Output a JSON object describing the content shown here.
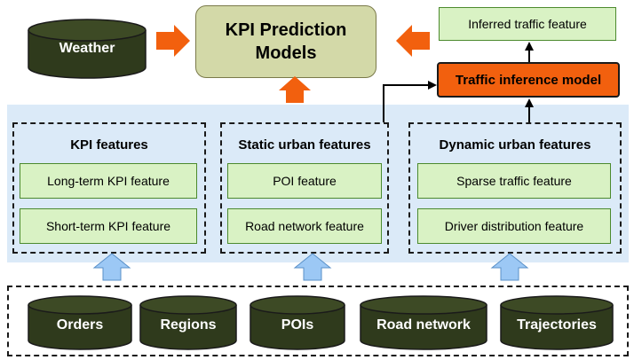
{
  "top": {
    "weather": "Weather",
    "kpi_models_line1": "KPI Prediction",
    "kpi_models_line2": "Models",
    "inferred_feature": "Inferred traffic feature",
    "traffic_model": "Traffic inference model"
  },
  "groups": {
    "kpi": {
      "title": "KPI features",
      "items": [
        "Long-term KPI feature",
        "Short-term KPI feature"
      ]
    },
    "static": {
      "title": "Static urban features",
      "items": [
        "POI feature",
        "Road network feature"
      ]
    },
    "dynamic": {
      "title": "Dynamic urban features",
      "items": [
        "Sparse traffic feature",
        "Driver distribution feature"
      ]
    }
  },
  "sources": [
    "Orders",
    "Regions",
    "POIs",
    "Road network",
    "Trajectories"
  ],
  "colors": {
    "cylinder": "#2f3a1c",
    "orange_arrow": "#f2600e",
    "blue_arrow": "#9cc8f5",
    "band": "#dbeaf8",
    "feature_box": "#d9f2c4",
    "kpi_models_box": "#d3d9a8"
  }
}
